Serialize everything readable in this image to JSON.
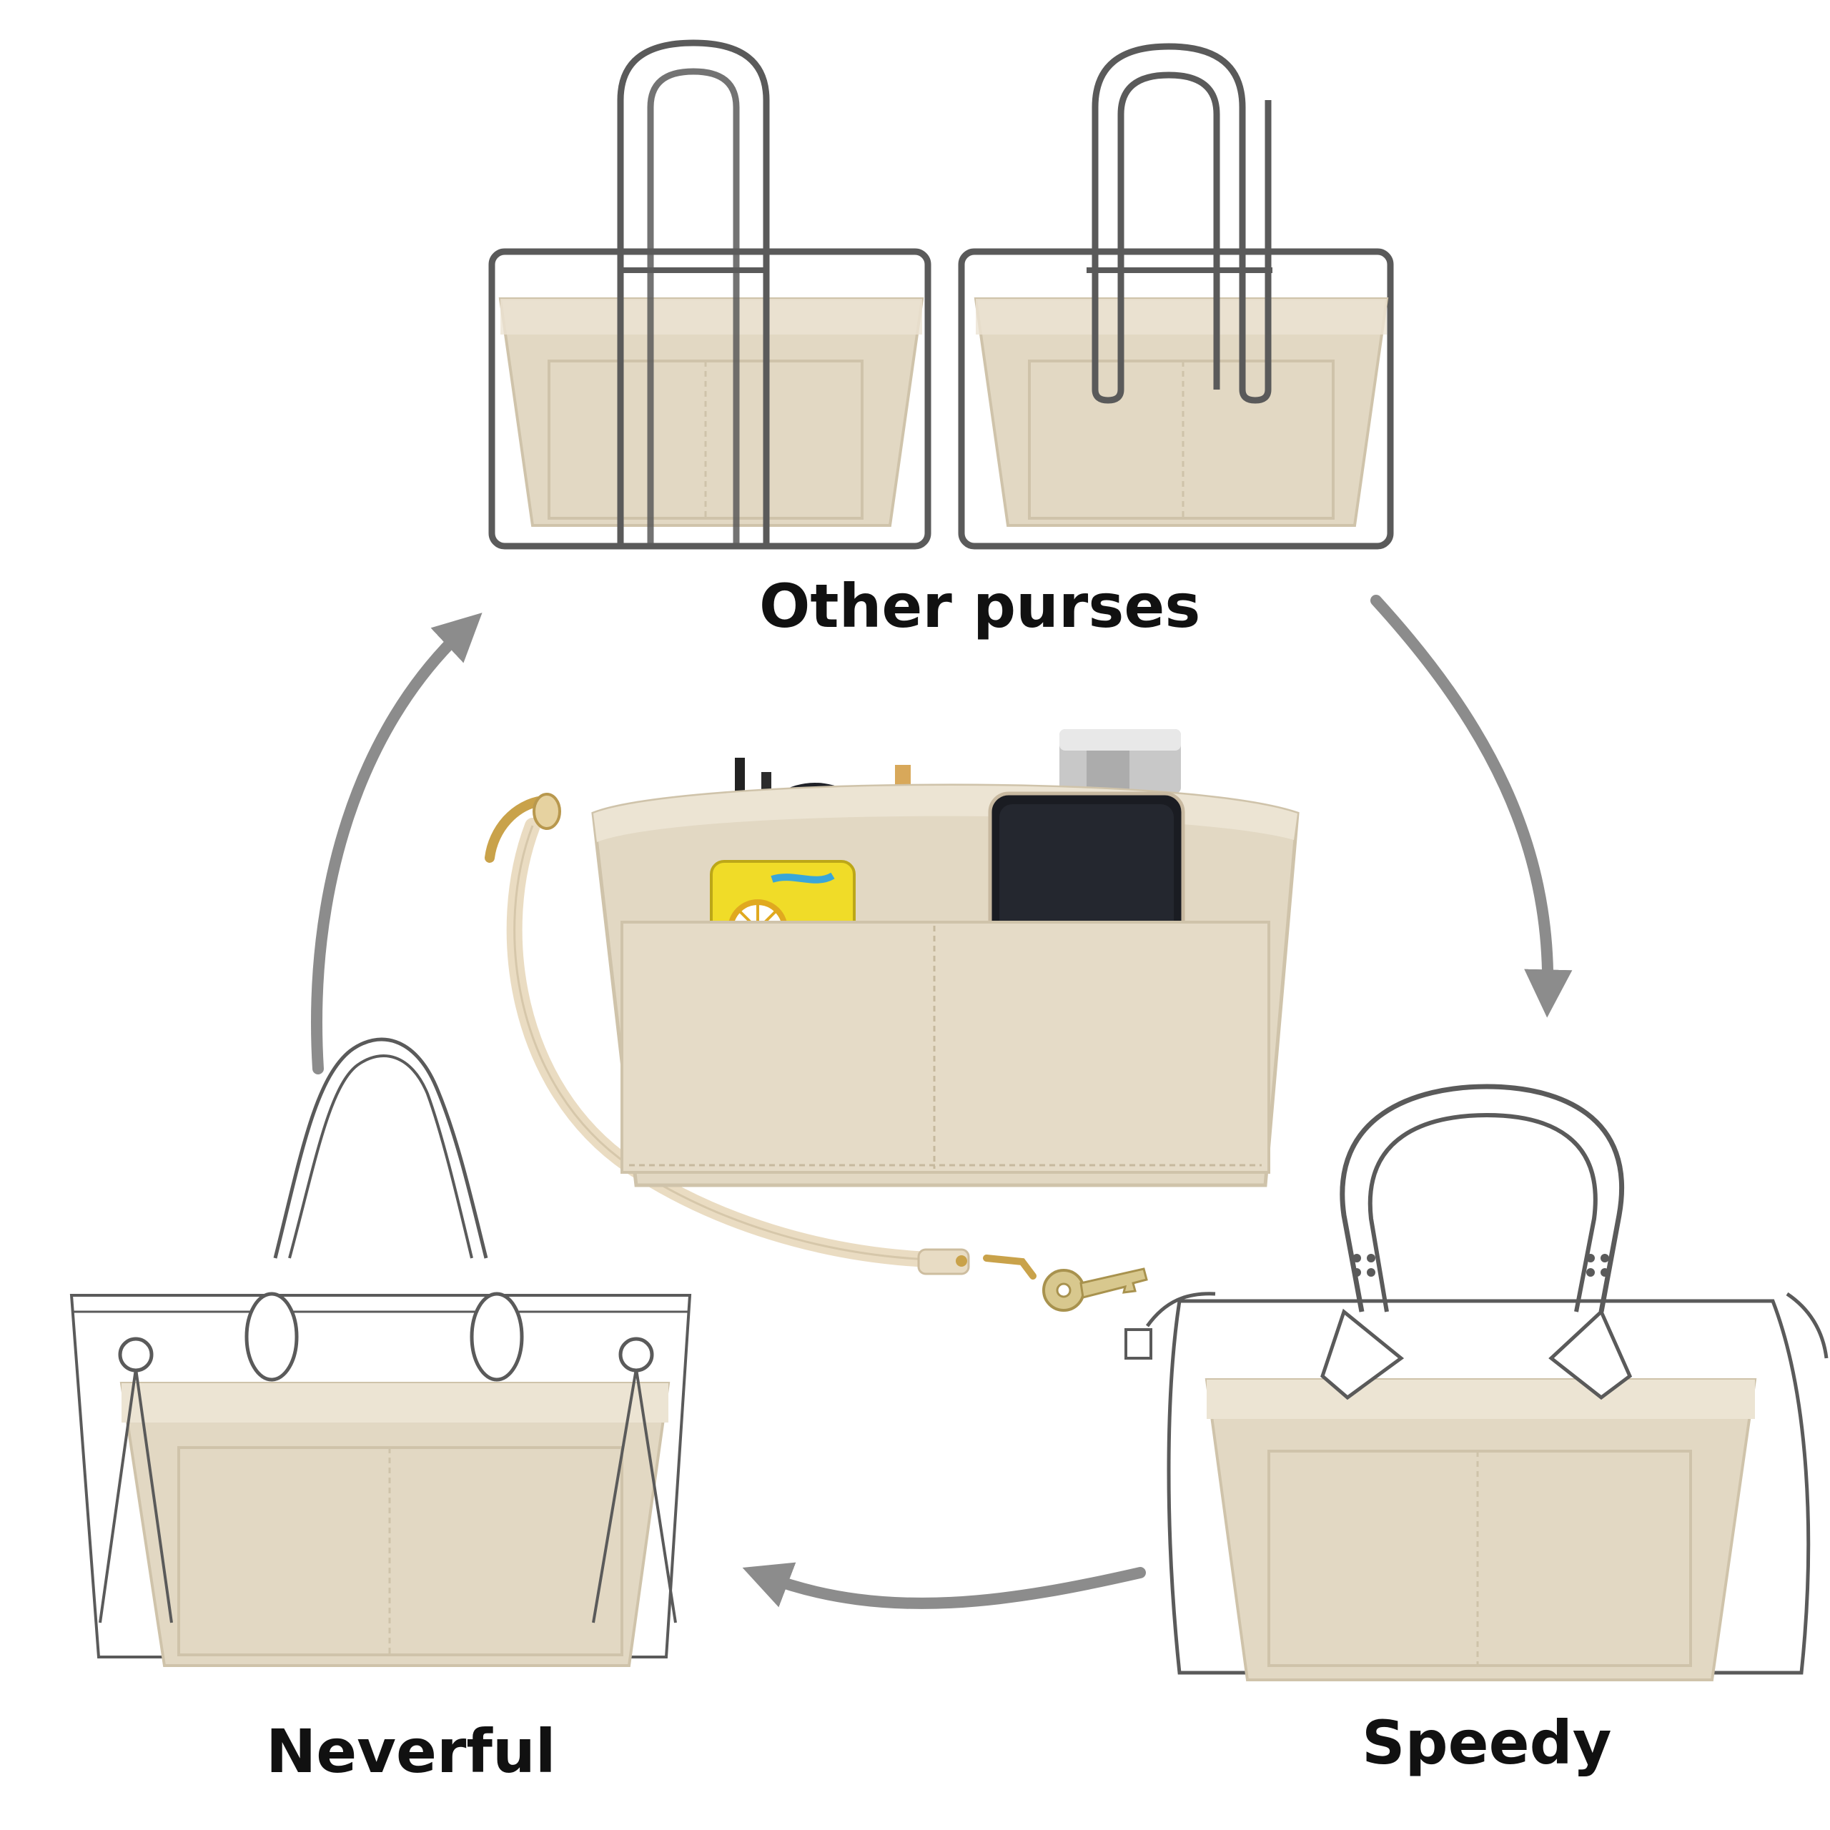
{
  "labels": {
    "other_purses": "Other purses",
    "neverful": "Neverful",
    "speedy": "Speedy"
  },
  "colors": {
    "felt": "#e2d8c3",
    "felt_shadow": "#cfc3aa",
    "felt_rim": "#ece4d3",
    "outline": "#5a5a5a",
    "arrow": "#8c8c8c",
    "phone": "#1a1c22",
    "gold": "#c9a24a"
  },
  "icons": [
    "curved-arrow-icon",
    "key-icon"
  ]
}
